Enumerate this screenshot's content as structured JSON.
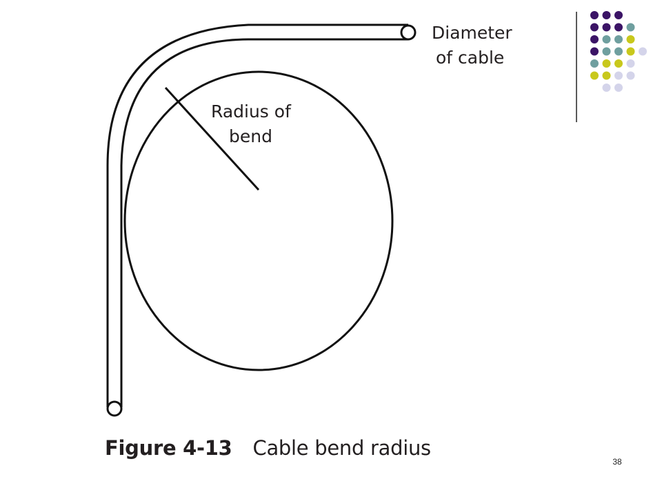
{
  "diagram": {
    "label_diameter": [
      "Diameter",
      "of cable"
    ],
    "label_radius": [
      "Radius of",
      "bend"
    ]
  },
  "caption": {
    "figure_number": "Figure 4-13",
    "figure_title": "Cable bend radius"
  },
  "page_number": "38",
  "decoration": {
    "dot_colors": {
      "purple": "#3b1466",
      "teal": "#6f9f9f",
      "olive": "#c8c81c",
      "lavender": "#d4d4ea"
    },
    "dot_grid": [
      "PPP.",
      "PPPT",
      "PTTO",
      "PTTOL",
      "TOOL",
      "OOLL",
      "LL"
    ]
  },
  "colors": {
    "line": "#111111",
    "text": "#231f20",
    "divider": "#222222"
  }
}
